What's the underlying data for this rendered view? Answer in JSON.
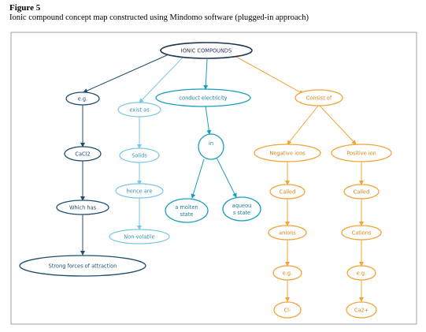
{
  "figure": {
    "label": "Figure 5",
    "caption": "Ionic compound concept map constructed using Mindomo software (plugged-in approach)"
  },
  "colors": {
    "root": "#1c3550",
    "navy": "#1d4e6e",
    "light_blue": "#7ac8e4",
    "teal": "#1a9dbd",
    "orange": "#f2a43a",
    "frame": "#8a8a8a"
  },
  "nodes": {
    "root": "IONIC COMPOUNDS",
    "eg_left": "e.g.",
    "cacl2": "CaCl2",
    "which_has": "Which has",
    "strong_forces": "Strong forces of attraction",
    "exist_as": "exist as",
    "solids": "Solids",
    "hence_are": "hence are",
    "non_volatile": "Non-volatile",
    "conduct": "conduct electricity",
    "in": "in",
    "molten_line1": "a molten",
    "molten_line2": "state",
    "aqueous_line1": "aqueou",
    "aqueous_line2": "s state",
    "consist_of": "Consist of",
    "negative_ions": "Negative ions",
    "called_neg": "Called",
    "anions": "anions",
    "eg_neg": "e.g.",
    "cl": "Cl-",
    "positive_ion": "Positive ion",
    "called_pos": "Called",
    "cations": "Cations",
    "eg_pos": "e.g.",
    "ca": "Ca2+"
  }
}
